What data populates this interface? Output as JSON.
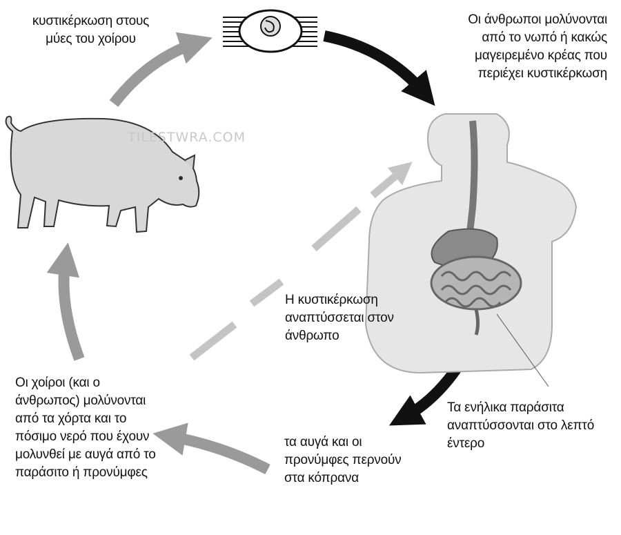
{
  "labels": {
    "pig_muscle": [
      "κυστικέρκωση στους",
      "μύες του χοίρου"
    ],
    "humans_infected": [
      "Οι άνθρωποι μολύνονται",
      "από το νωπό ή κακώς",
      "μαγειρεμένο κρέας που",
      "περιέχει κυστικέρκωση"
    ],
    "develops_in_human": [
      "Η κυστικέρκωση",
      "αναπτύσσεται στον",
      "άνθρωπο"
    ],
    "adult_parasites": [
      "Τα ενήλικα παράσιτα",
      "αναπτύσσονται στο λεπτό",
      "έντερο"
    ],
    "eggs_larvae": [
      "τα αυγά και οι",
      "προνύμφες περνούν",
      "στα κόπρανα"
    ],
    "pigs_infected": [
      "Οι χοίροι (και ο",
      "άνθρωπος)  μολύνονται",
      "από τα χόρτα και το",
      "πόσιμο νερό που έχουν",
      "μολυνθεί με αυγά από το",
      "παράσιτο ή προνύμφες"
    ]
  },
  "watermark": "TILESTWRA.COM",
  "colors": {
    "grey_arrow": "#9a9a9a",
    "light_dash": "#c4c4c4",
    "black_arrow": "#111111",
    "body_fill": "#e6e6e6",
    "pig_fill": "#d8d8d8",
    "organ_fill": "#8a8a8a"
  }
}
